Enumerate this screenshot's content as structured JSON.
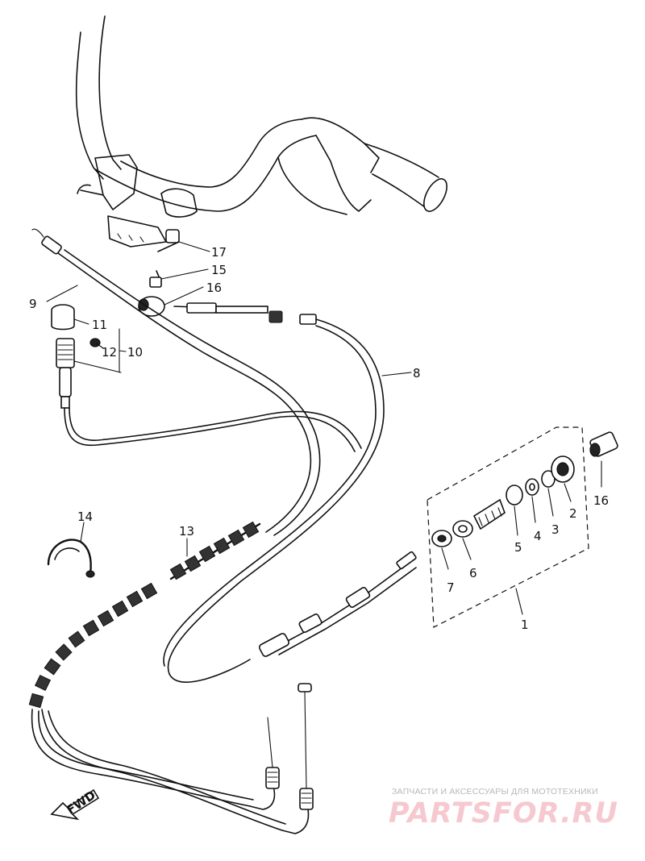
{
  "diagram": {
    "callouts": {
      "c1": "1",
      "c2": "2",
      "c3": "3",
      "c4": "4",
      "c5": "5",
      "c6": "6",
      "c7": "7",
      "c8": "8",
      "c9": "9",
      "c10": "10",
      "c11": "11",
      "c12": "12",
      "c13": "13",
      "c14": "14",
      "c15": "15",
      "c16a": "16",
      "c16b": "16",
      "c17": "17"
    },
    "fwd_label": "FWD"
  },
  "watermark": {
    "tagline": "ЗАПЧАСТИ И АКСЕССУАРЫ ДЛЯ МОТОТЕХНИКИ",
    "logo": "PARTSFOR.RU",
    "logo_color": "#f5c9cf"
  }
}
